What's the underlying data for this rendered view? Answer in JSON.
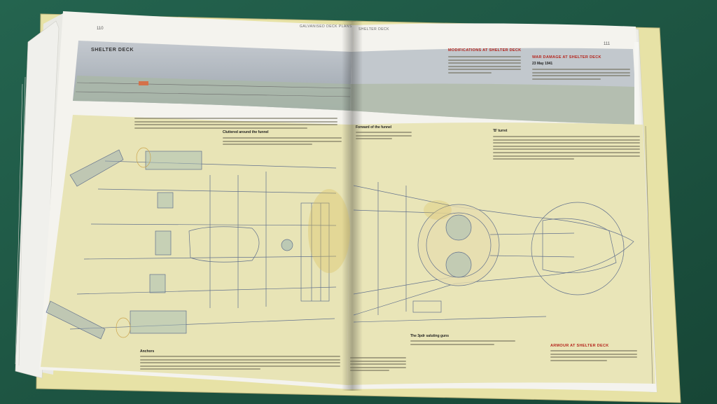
{
  "book": {
    "left_page": {
      "page_number": "110",
      "running_head": "GALVANISED DECK PLANS",
      "section_title": "SHELTER DECK"
    },
    "right_page": {
      "page_number": "111",
      "running_head": "SHELTER DECK",
      "headings": {
        "modifications": "MODIFICATIONS AT SHELTER DECK",
        "war_damage": "WAR DAMAGE AT SHELTER DECK",
        "war_damage_date": "23 May 1941",
        "armour": "ARMOUR AT SHELTER DECK"
      },
      "captions": {
        "funnel": "Forward of the funnel",
        "b_turret": "'B' turret",
        "saluting_guns": "The 3pdr saluting guns",
        "anchors": "Anchors",
        "cluttered": "Cluttered around the funnel"
      }
    }
  },
  "colors": {
    "table": "#1f5a4a",
    "page_white": "#f4f3ee",
    "plan_yellow": "#e8e4b6",
    "blueprint_line": "#4b5d86",
    "heading_red": "#b5261e"
  }
}
